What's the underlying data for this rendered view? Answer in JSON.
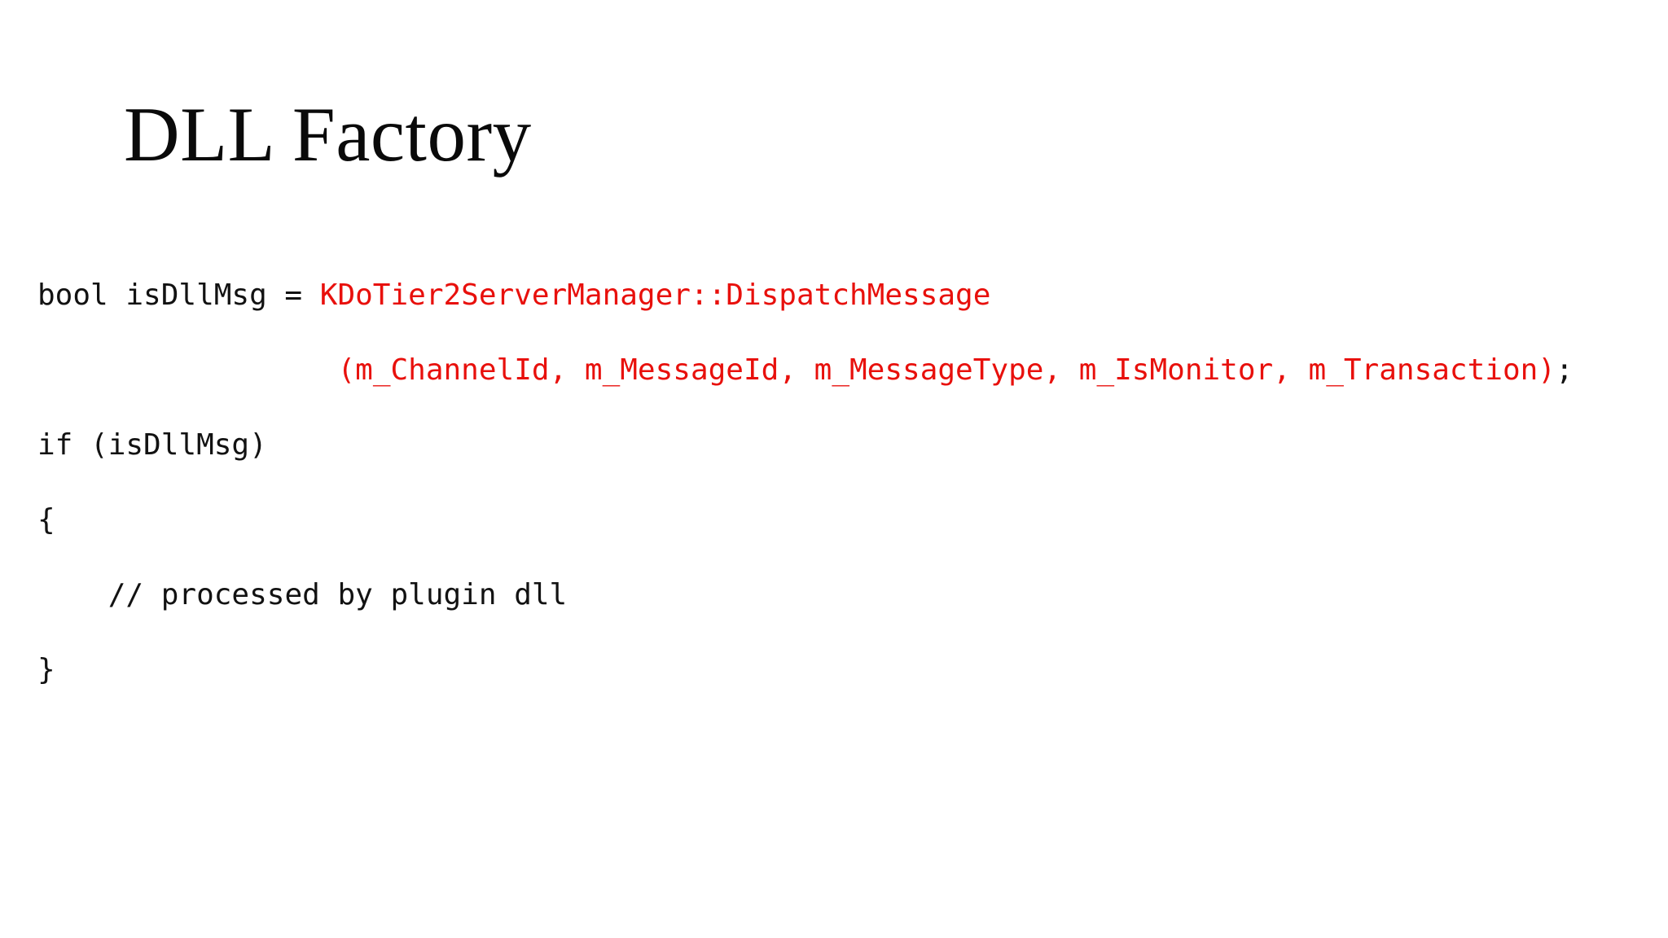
{
  "slide": {
    "background_color": "#ffffff",
    "title": "DLL Factory"
  },
  "theme": {
    "text_color": "#121212",
    "title_color": "#0a0a0a",
    "highlight_color": "#e8100c"
  },
  "code": {
    "language": "cpp",
    "lines": [
      {
        "id": "line-1",
        "segments": [
          {
            "text": "bool isDllMsg = ",
            "style": "default"
          },
          {
            "text": "KDoTier2ServerManager::DispatchMessage",
            "style": "call"
          }
        ]
      },
      {
        "id": "line-2",
        "segments": [
          {
            "text": "                 ",
            "style": "default"
          },
          {
            "text": "(m_ChannelId, m_MessageId, m_MessageType, m_IsMonitor, m_Transaction)",
            "style": "call"
          },
          {
            "text": ";",
            "style": "default"
          }
        ]
      },
      {
        "id": "line-3",
        "segments": [
          {
            "text": "if (isDllMsg)",
            "style": "default"
          }
        ]
      },
      {
        "id": "line-4",
        "segments": [
          {
            "text": "{",
            "style": "default"
          }
        ]
      },
      {
        "id": "line-5",
        "segments": [
          {
            "text": "    ",
            "style": "default"
          },
          {
            "text": "// processed by plugin dll",
            "style": "comment"
          }
        ]
      },
      {
        "id": "line-6",
        "segments": [
          {
            "text": "}",
            "style": "default"
          }
        ]
      }
    ]
  }
}
